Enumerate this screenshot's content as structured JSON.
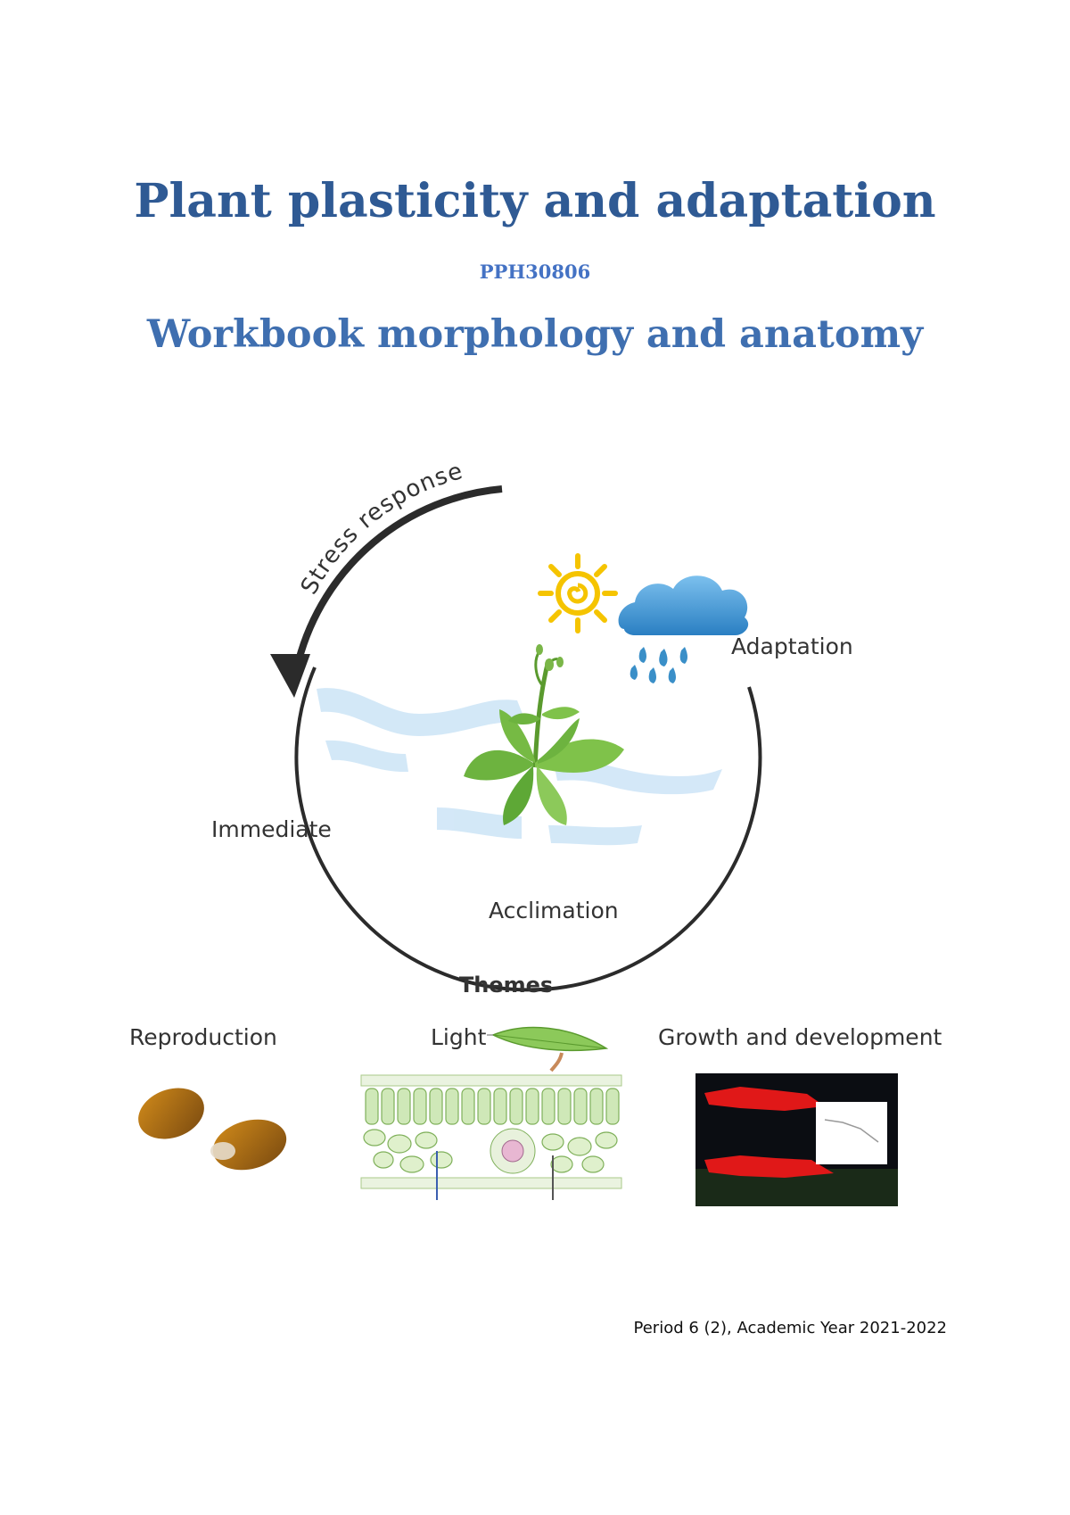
{
  "document": {
    "title": "Plant plasticity and adaptation",
    "course_code": "PPH30806",
    "subtitle": "Workbook morphology and anatomy",
    "footer": "Period 6 (2), Academic Year 2021-2022"
  },
  "cycle_diagram": {
    "arc_label": "Stress response",
    "labels": {
      "adaptation": "Adaptation",
      "immediate": "Immediate",
      "acclimation": "Acclimation"
    }
  },
  "themes": {
    "heading": "Themes",
    "items": [
      {
        "label": "Reproduction"
      },
      {
        "label": "Light"
      },
      {
        "label": "Growth and development"
      }
    ]
  },
  "colors": {
    "title": "#2f5a94",
    "subtitle": "#3f6fb0",
    "code": "#4472c4"
  }
}
